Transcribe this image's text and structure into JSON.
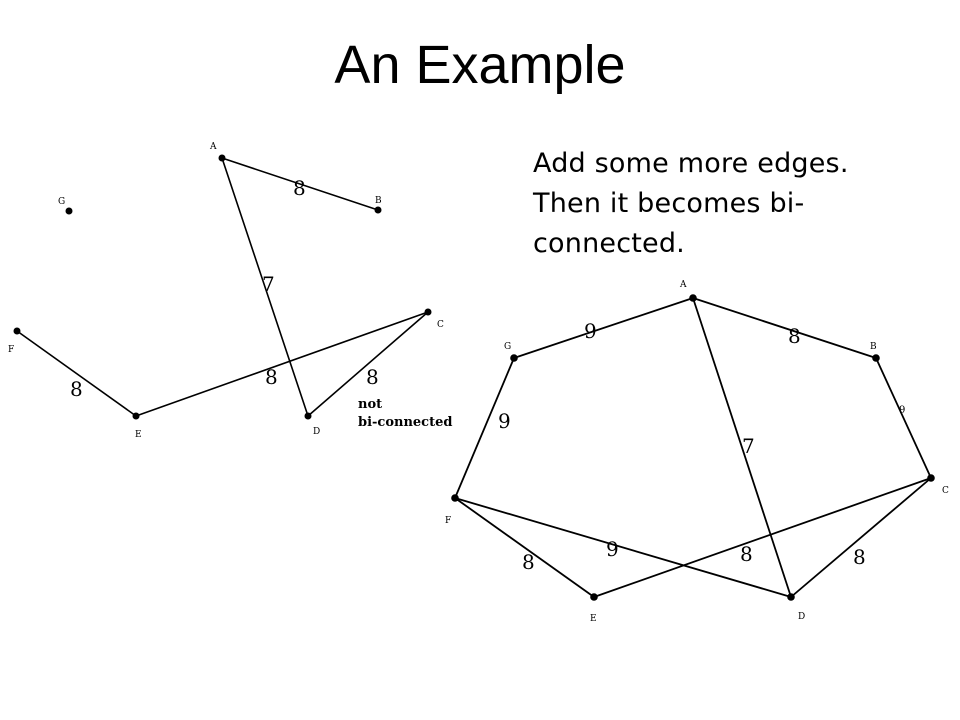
{
  "slide": {
    "title": "An Example",
    "caption_lines": [
      "Add some more edges.",
      "Then it becomes bi-",
      "connected."
    ]
  },
  "left_graph": {
    "nodes": [
      "A",
      "B",
      "C",
      "D",
      "E",
      "F",
      "G"
    ],
    "edges": [
      {
        "from": "A",
        "to": "B",
        "weight": "8"
      },
      {
        "from": "A",
        "to": "D",
        "weight": "7"
      },
      {
        "from": "F",
        "to": "E",
        "weight": "8"
      },
      {
        "from": "E",
        "to": "C",
        "weight": "8"
      },
      {
        "from": "C",
        "to": "D",
        "weight": "8"
      }
    ],
    "note_lines": [
      "not",
      "bi-connected"
    ]
  },
  "right_graph": {
    "nodes": [
      "A",
      "B",
      "C",
      "D",
      "E",
      "F",
      "G"
    ],
    "edges": [
      {
        "from": "G",
        "to": "A",
        "weight": "9"
      },
      {
        "from": "A",
        "to": "B",
        "weight": "8"
      },
      {
        "from": "B",
        "to": "C",
        "weight": "9"
      },
      {
        "from": "A",
        "to": "D",
        "weight": "7"
      },
      {
        "from": "G",
        "to": "F",
        "weight": "9"
      },
      {
        "from": "F",
        "to": "E",
        "weight": "8"
      },
      {
        "from": "F",
        "to": "D",
        "weight": "9"
      },
      {
        "from": "E",
        "to": "C",
        "weight": "8"
      },
      {
        "from": "C",
        "to": "D",
        "weight": "8"
      }
    ]
  },
  "colors": {
    "ink": "#000000",
    "background": "#ffffff"
  }
}
